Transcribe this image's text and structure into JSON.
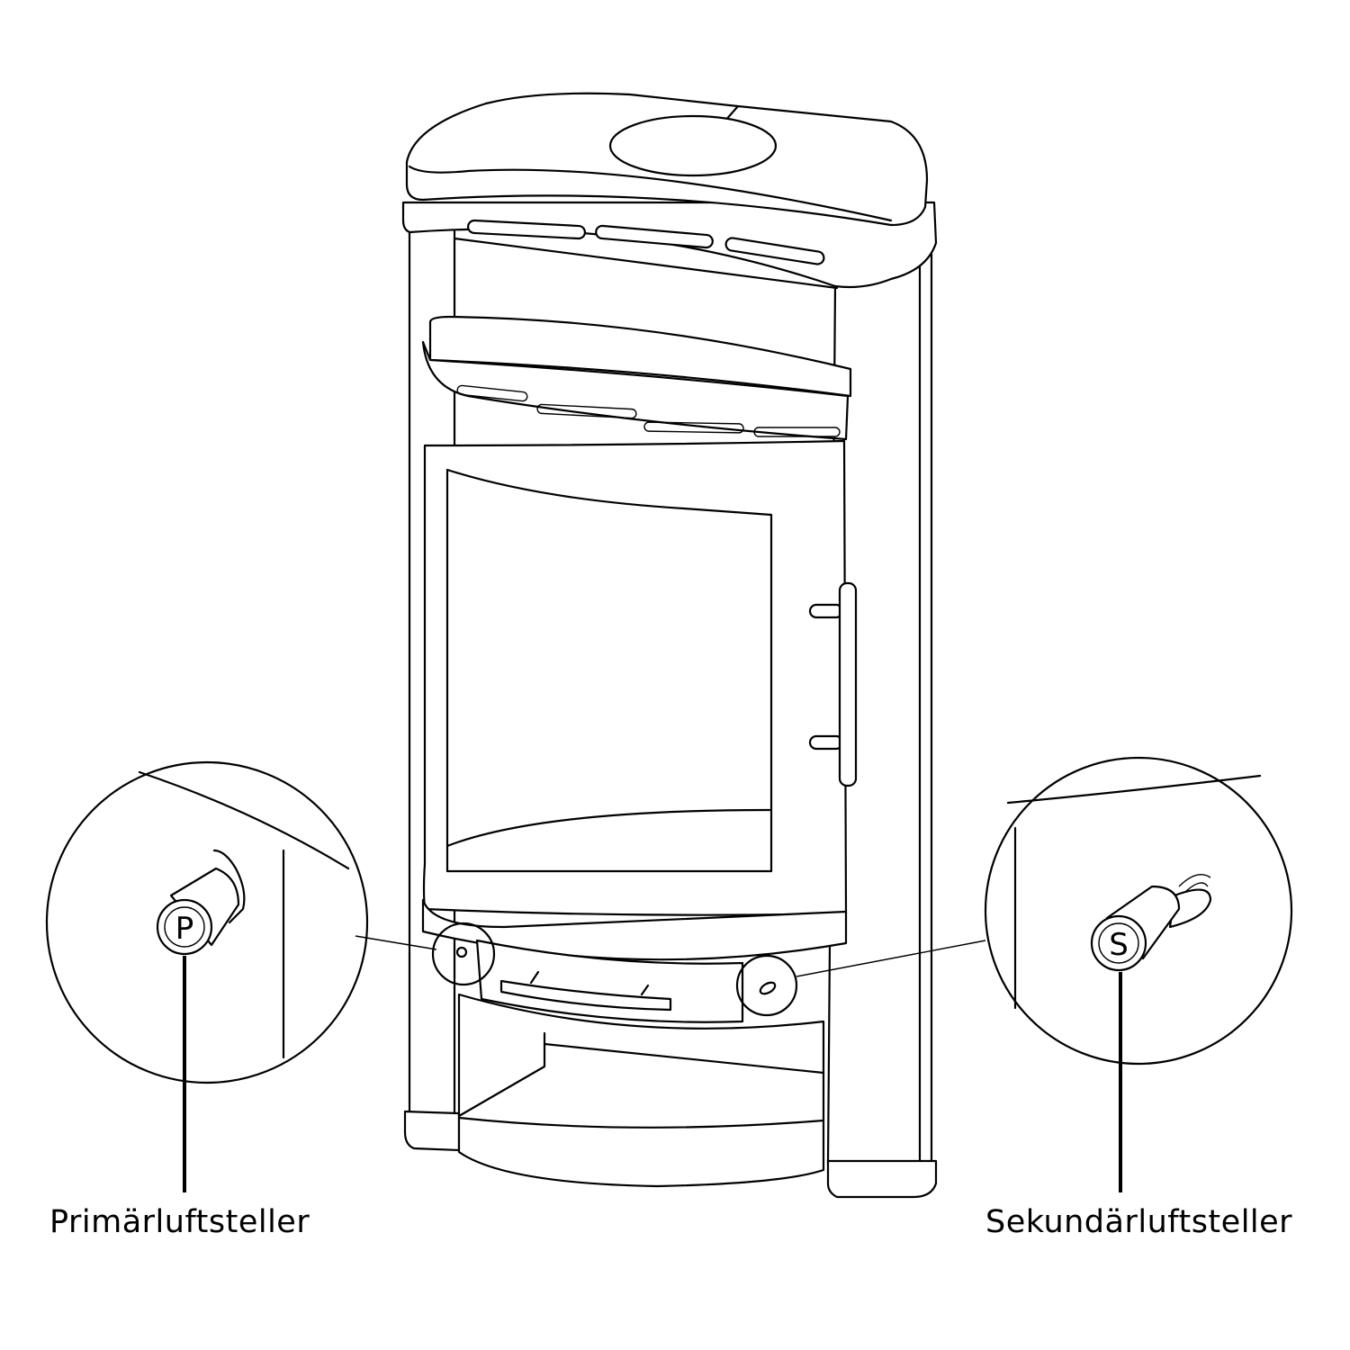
{
  "labels": {
    "primary": "Primärluftsteller",
    "secondary": "Sekundärluftsteller"
  },
  "knobs": {
    "primary_letter": "P",
    "secondary_letter": "S"
  }
}
